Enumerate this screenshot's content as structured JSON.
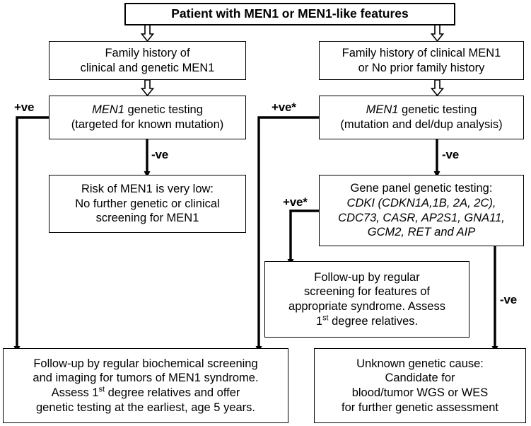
{
  "diagram": {
    "title_box": {
      "text": "Patient with MEN1 or MEN1-like features"
    },
    "nodes": {
      "left_family_history": {
        "line1": "Family history of",
        "line2": "clinical and genetic MEN1"
      },
      "right_family_history": {
        "line1": "Family history of clinical MEN1",
        "line2": "or No prior family history"
      },
      "left_men1_test": {
        "gene": "MEN1",
        "line1_rest": " genetic testing",
        "line2": "(targeted for known mutation)"
      },
      "right_men1_test": {
        "gene": "MEN1",
        "line1_rest": " genetic testing",
        "line2": "(mutation and del/dup analysis)"
      },
      "low_risk": {
        "line1": "Risk of MEN1 is very low:",
        "line2": "No further genetic or clinical",
        "line3": "screening for MEN1"
      },
      "gene_panel": {
        "line1": "Gene panel genetic testing:",
        "line2": "CDKI (CDKN1A,1B, 2A, 2C),",
        "line3": "CDC73, CASR, AP2S1, GNA11,",
        "line4": "GCM2, RET and AIP"
      },
      "followup_syndrome": {
        "line1": "Follow-up by regular",
        "line2": "screening for features of",
        "line3": "appropriate syndrome. Assess",
        "line4_pre": "1",
        "line4_sup": "st",
        "line4_post": " degree relatives."
      },
      "followup_men1": {
        "line1": "Follow-up by regular biochemical screening",
        "line2": "and imaging for tumors of MEN1 syndrome.",
        "line3_pre": "Assess 1",
        "line3_sup": "st",
        "line3_post": " degree relatives and offer",
        "line4": "genetic testing at the earliest, age 5 years."
      },
      "unknown_cause": {
        "line1": "Unknown genetic cause:",
        "line2": "Candidate for",
        "line3": "blood/tumor WGS or WES",
        "line4": "for further genetic assessment"
      }
    },
    "edge_labels": {
      "left_positive": "+ve",
      "left_negative": "-ve",
      "right_positive": "+ve*",
      "right_negative": "-ve",
      "panel_positive": "+ve*",
      "panel_negative": "-ve"
    },
    "colors": {
      "stroke": "#000000",
      "fill": "#ffffff"
    }
  }
}
